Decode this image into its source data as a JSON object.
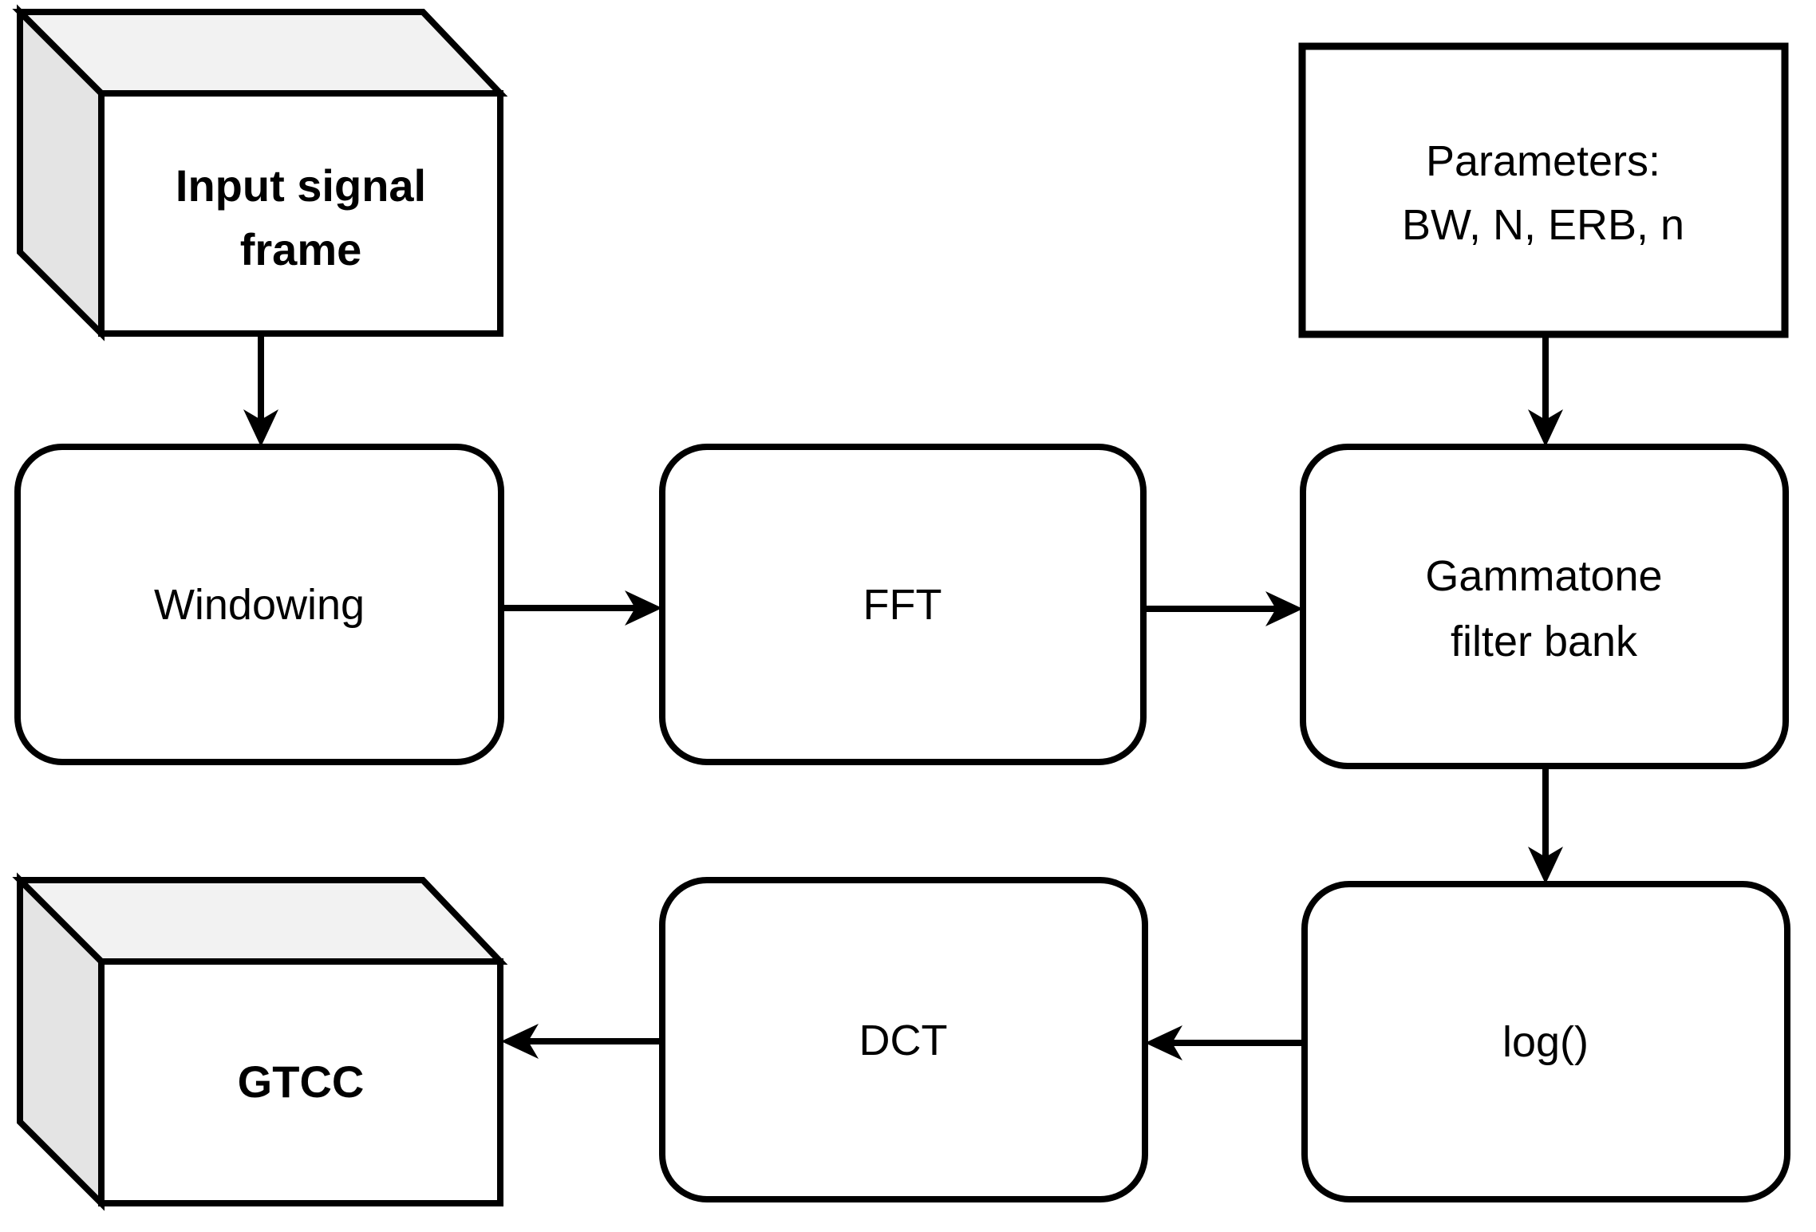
{
  "diagram": {
    "type": "flowchart",
    "nodes": {
      "input_frame": {
        "label": "Input signal frame",
        "lines": [
          "Input signal",
          "frame"
        ],
        "shape": "cube",
        "bold": true
      },
      "parameters": {
        "label": "Parameters: BW, N, ERB, n",
        "lines": [
          "Parameters:",
          "BW, N, ERB, n"
        ],
        "shape": "rectangle",
        "bold": false
      },
      "windowing": {
        "label": "Windowing",
        "lines": [
          "Windowing"
        ],
        "shape": "rounded-rectangle",
        "bold": false
      },
      "fft": {
        "label": "FFT",
        "lines": [
          "FFT"
        ],
        "shape": "rounded-rectangle",
        "bold": false
      },
      "gammatone": {
        "label": "Gammatone filter bank",
        "lines": [
          "Gammatone",
          "filter bank"
        ],
        "shape": "rounded-rectangle",
        "bold": false
      },
      "log": {
        "label": "log()",
        "lines": [
          "log()"
        ],
        "shape": "rounded-rectangle",
        "bold": false
      },
      "dct": {
        "label": "DCT",
        "lines": [
          "DCT"
        ],
        "shape": "rounded-rectangle",
        "bold": false
      },
      "gtcc": {
        "label": "GTCC",
        "lines": [
          "GTCC"
        ],
        "shape": "cube",
        "bold": true
      }
    },
    "edges": [
      {
        "from": "input_frame",
        "to": "windowing",
        "direction": "down"
      },
      {
        "from": "parameters",
        "to": "gammatone",
        "direction": "down"
      },
      {
        "from": "windowing",
        "to": "fft",
        "direction": "right"
      },
      {
        "from": "fft",
        "to": "gammatone",
        "direction": "right"
      },
      {
        "from": "gammatone",
        "to": "log",
        "direction": "down"
      },
      {
        "from": "log",
        "to": "dct",
        "direction": "left"
      },
      {
        "from": "dct",
        "to": "gtcc",
        "direction": "left"
      }
    ],
    "colors": {
      "stroke": "#000000",
      "node_fill": "#ffffff",
      "cube_top": "#f2f2f2",
      "cube_side": "#e4e4e4",
      "text": "#000000",
      "background": "#ffffff"
    }
  }
}
